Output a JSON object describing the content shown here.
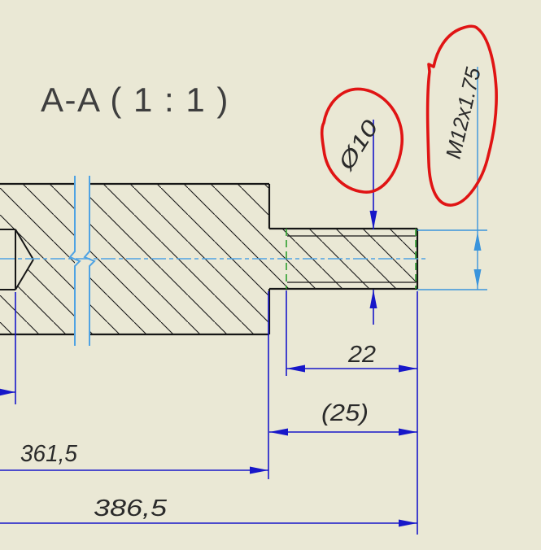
{
  "view": {
    "title": "A-A ( 1 : 1 )"
  },
  "labels": {
    "diameter": "Ø10",
    "thread": "M12x1.75"
  },
  "dimensions": {
    "thread_length": "22",
    "small_section_length": "(25)",
    "shoulder_length": "361,5",
    "overall_length": "386,5"
  },
  "colors": {
    "background": "#eae8d5",
    "geometry": "#161616",
    "dimension_blue": "#1717c9",
    "thread_dim_blue": "#3a94dc",
    "centerline_blue": "#4fa3e3",
    "thread_green": "#2fa02f",
    "annotation_red": "#e01414",
    "text_dark": "#2a2a2a",
    "title_gray": "#3e3e3e"
  }
}
